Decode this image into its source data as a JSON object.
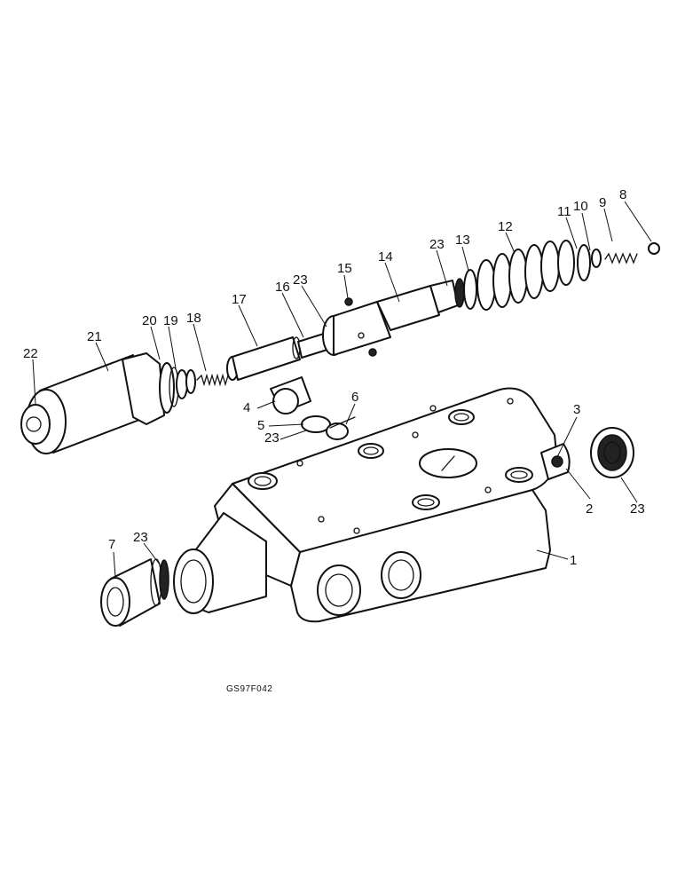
{
  "diagram": {
    "reference_code": "GS97F042",
    "callouts": [
      {
        "id": "c1",
        "label": "1"
      },
      {
        "id": "c2",
        "label": "2"
      },
      {
        "id": "c3",
        "label": "3"
      },
      {
        "id": "c4",
        "label": "4"
      },
      {
        "id": "c5",
        "label": "5"
      },
      {
        "id": "c6",
        "label": "6"
      },
      {
        "id": "c7",
        "label": "7"
      },
      {
        "id": "c8",
        "label": "8"
      },
      {
        "id": "c9",
        "label": "9"
      },
      {
        "id": "c10",
        "label": "10"
      },
      {
        "id": "c11",
        "label": "11"
      },
      {
        "id": "c12",
        "label": "12"
      },
      {
        "id": "c13",
        "label": "13"
      },
      {
        "id": "c14",
        "label": "14"
      },
      {
        "id": "c15",
        "label": "15"
      },
      {
        "id": "c16",
        "label": "16"
      },
      {
        "id": "c17",
        "label": "17"
      },
      {
        "id": "c18",
        "label": "18"
      },
      {
        "id": "c19",
        "label": "19"
      },
      {
        "id": "c20",
        "label": "20"
      },
      {
        "id": "c21",
        "label": "21"
      },
      {
        "id": "c22",
        "label": "22"
      },
      {
        "id": "c23a",
        "label": "23"
      },
      {
        "id": "c23b",
        "label": "23"
      },
      {
        "id": "c23c",
        "label": "23"
      },
      {
        "id": "c23d",
        "label": "23"
      },
      {
        "id": "c23e",
        "label": "23"
      }
    ]
  }
}
